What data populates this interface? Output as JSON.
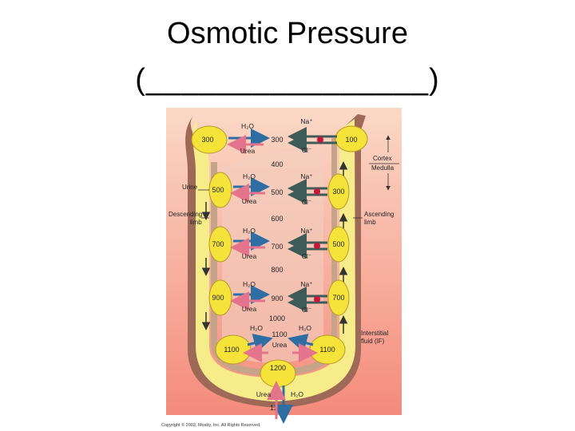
{
  "slide": {
    "title": "Osmotic Pressure",
    "subtitle": "(________________)"
  },
  "figure": {
    "copyright": "Copyright © 2002, Mosby, Inc. All Rights Reserved.",
    "descending_cells": [
      "300",
      "500",
      "700",
      "900",
      "1100"
    ],
    "bottom_cell": "1200",
    "ascending_cells": [
      "100",
      "300",
      "500",
      "700",
      "1100"
    ],
    "interstitial_values": [
      "300",
      "400",
      "500",
      "600",
      "700",
      "800",
      "900",
      "1000",
      "1100",
      "1200"
    ],
    "labels": {
      "h2o": "H₂O",
      "urea": "Urea",
      "na": "Na⁺",
      "cl": "Cl⁻",
      "urine": "Urine",
      "descending_limb": [
        "Descending",
        "limb"
      ],
      "ascending_limb": [
        "Ascending",
        "limb"
      ],
      "cortex": "Cortex",
      "medulla": "Medulla",
      "interstitial": [
        "Interstitial",
        "fluid (IF)"
      ]
    }
  }
}
